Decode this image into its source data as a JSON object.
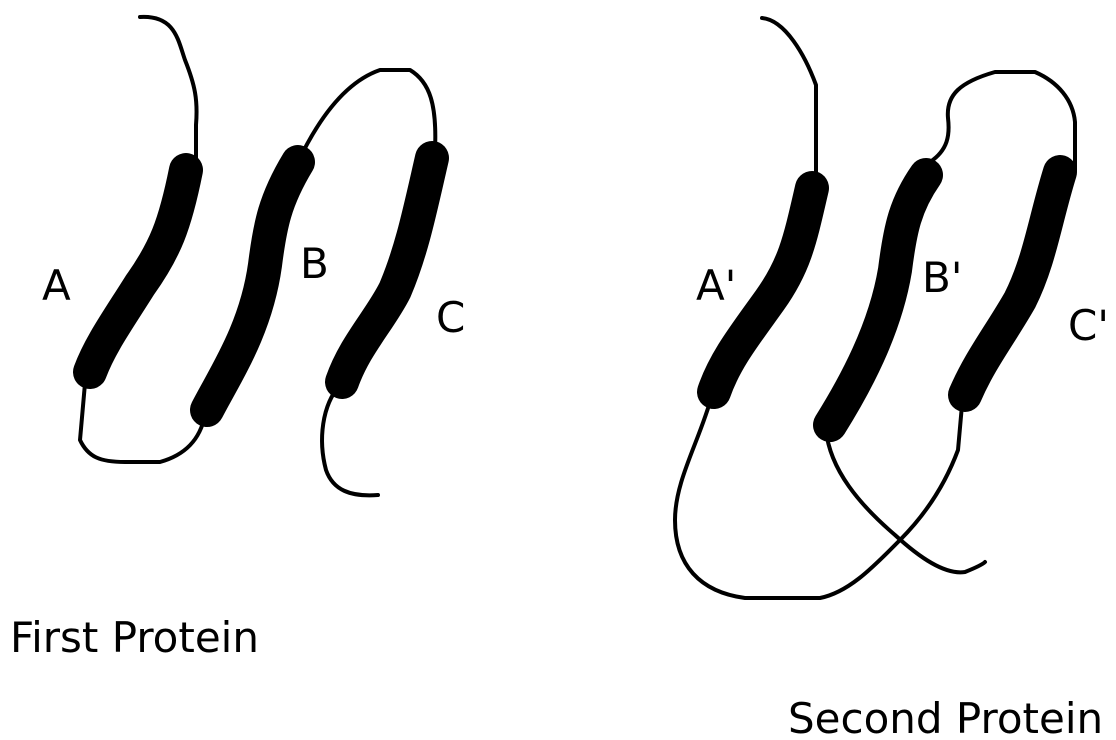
{
  "first_protein": {
    "title": "First Protein",
    "strands": [
      {
        "label": "A"
      },
      {
        "label": "B"
      },
      {
        "label": "C"
      }
    ]
  },
  "second_protein": {
    "title": "Second Protein",
    "strands": [
      {
        "label": "A'"
      },
      {
        "label": "B'"
      },
      {
        "label": "C'"
      }
    ]
  },
  "colors": {
    "ink": "#000000",
    "background": "#ffffff"
  }
}
